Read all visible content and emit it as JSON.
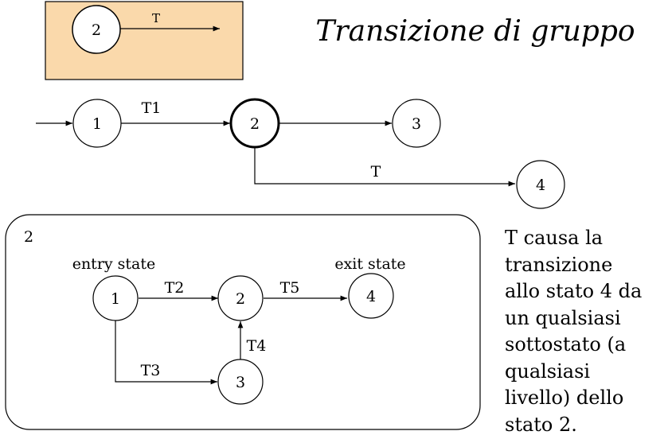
{
  "title": "Transizione di gruppo",
  "legend": {
    "state": "2",
    "transition": "T"
  },
  "top_diagram": {
    "states": [
      "1",
      "2",
      "3",
      "4"
    ],
    "transitions": [
      "T1",
      "T"
    ]
  },
  "substate_box": {
    "label": "2",
    "entry_label": "entry state",
    "exit_label": "exit state",
    "states": [
      "1",
      "2",
      "3",
      "4"
    ],
    "transitions": [
      "T2",
      "T3",
      "T4",
      "T5"
    ]
  },
  "description": [
    "T causa la",
    "transizione",
    "allo stato 4 da",
    "un qualsiasi",
    "sottostato (a",
    "qualsiasi",
    "livello) dello",
    "stato 2."
  ],
  "colors": {
    "legend_fill": "#fad9ab",
    "stroke": "#000000"
  }
}
